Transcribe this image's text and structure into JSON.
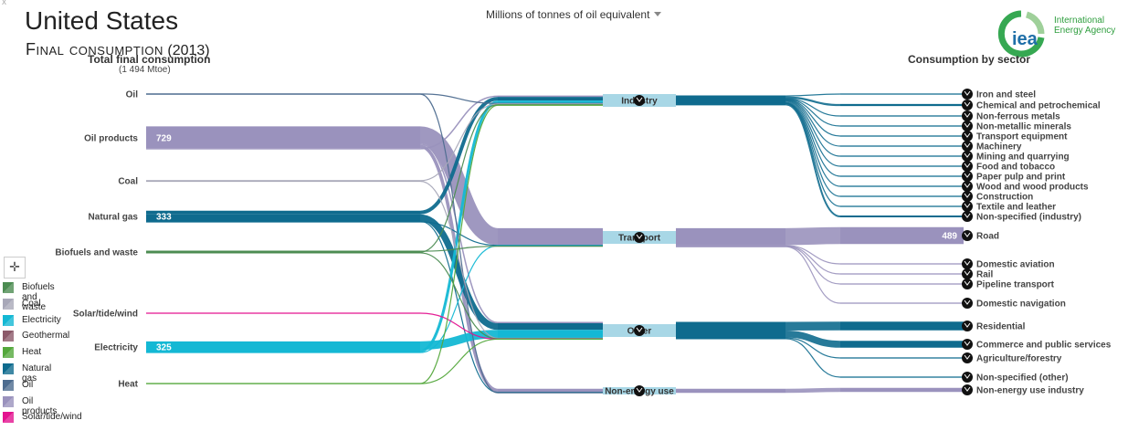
{
  "header": {
    "corner": "x",
    "country": "United States",
    "subtitle_main": "Final consumption",
    "subtitle_year": "(2013)",
    "unit": "Millions of tonnes of oil equivalent",
    "logo_text": "iea",
    "org_line1": "International",
    "org_line2": "Energy Agency"
  },
  "columns": {
    "left_title": "Total final consumption",
    "left_total": "(1 494 Mtoe)",
    "right_title": "Consumption by sector"
  },
  "colors": {
    "Oil": "#4d6c8f",
    "Oil products": "#9a92bd",
    "Coal": "#a8a8b8",
    "Natural gas": "#0f6b8e",
    "Biofuels and waste": "#4c8c52",
    "Solar/tide/wind": "#e3138f",
    "Electricity": "#14b8d4",
    "Heat": "#54a83c",
    "Geothermal": "#8c5a6a"
  },
  "sources": [
    {
      "name": "Oil",
      "value_label": ""
    },
    {
      "name": "Oil products",
      "value_label": "729"
    },
    {
      "name": "Coal",
      "value_label": ""
    },
    {
      "name": "Natural gas",
      "value_label": "333"
    },
    {
      "name": "Biofuels and waste",
      "value_label": ""
    },
    {
      "name": "Solar/tide/wind",
      "value_label": ""
    },
    {
      "name": "Electricity",
      "value_label": "325"
    },
    {
      "name": "Heat",
      "value_label": ""
    }
  ],
  "middle": [
    {
      "name": "Industry"
    },
    {
      "name": "Transport"
    },
    {
      "name": "Other"
    },
    {
      "name": "Non-energy use"
    }
  ],
  "sectors": [
    {
      "name": "Iron and steel",
      "value_label": ""
    },
    {
      "name": "Chemical and petrochemical",
      "value_label": ""
    },
    {
      "name": "Non-ferrous metals",
      "value_label": ""
    },
    {
      "name": "Non-metallic minerals",
      "value_label": ""
    },
    {
      "name": "Transport equipment",
      "value_label": ""
    },
    {
      "name": "Machinery",
      "value_label": ""
    },
    {
      "name": "Mining and quarrying",
      "value_label": ""
    },
    {
      "name": "Food and tobacco",
      "value_label": ""
    },
    {
      "name": "Paper pulp and print",
      "value_label": ""
    },
    {
      "name": "Wood and wood products",
      "value_label": ""
    },
    {
      "name": "Construction",
      "value_label": ""
    },
    {
      "name": "Textile and leather",
      "value_label": ""
    },
    {
      "name": "Non-specified (industry)",
      "value_label": ""
    },
    {
      "name": "Road",
      "value_label": "489"
    },
    {
      "name": "Domestic aviation",
      "value_label": ""
    },
    {
      "name": "Rail",
      "value_label": ""
    },
    {
      "name": "Pipeline transport",
      "value_label": ""
    },
    {
      "name": "Domestic navigation",
      "value_label": ""
    },
    {
      "name": "Residential",
      "value_label": ""
    },
    {
      "name": "Commerce and public services",
      "value_label": ""
    },
    {
      "name": "Agriculture/forestry",
      "value_label": ""
    },
    {
      "name": "Non-specified (other)",
      "value_label": ""
    },
    {
      "name": "Non-energy use industry",
      "value_label": ""
    }
  ],
  "flows_in": [
    {
      "from": "Oil products",
      "to": "Transport",
      "value": 489
    },
    {
      "from": "Oil products",
      "to": "Other",
      "value": 40
    },
    {
      "from": "Oil products",
      "to": "Non-energy use",
      "value": 95
    },
    {
      "from": "Oil products",
      "to": "Industry",
      "value": 40
    },
    {
      "from": "Natural gas",
      "to": "Industry",
      "value": 105
    },
    {
      "from": "Natural gas",
      "to": "Other",
      "value": 190
    },
    {
      "from": "Natural gas",
      "to": "Non-energy use",
      "value": 20
    },
    {
      "from": "Natural gas",
      "to": "Transport",
      "value": 15
    },
    {
      "from": "Electricity",
      "to": "Other",
      "value": 240
    },
    {
      "from": "Electricity",
      "to": "Industry",
      "value": 80
    },
    {
      "from": "Electricity",
      "to": "Transport",
      "value": 5
    },
    {
      "from": "Oil",
      "to": "Industry",
      "value": 5
    },
    {
      "from": "Oil",
      "to": "Non-energy use",
      "value": 5
    },
    {
      "from": "Coal",
      "to": "Industry",
      "value": 25
    },
    {
      "from": "Coal",
      "to": "Other",
      "value": 5
    },
    {
      "from": "Biofuels and waste",
      "to": "Transport",
      "value": 25
    },
    {
      "from": "Biofuels and waste",
      "to": "Industry",
      "value": 25
    },
    {
      "from": "Biofuels and waste",
      "to": "Other",
      "value": 20
    },
    {
      "from": "Solar/tide/wind",
      "to": "Other",
      "value": 3
    },
    {
      "from": "Heat",
      "to": "Industry",
      "value": 5
    },
    {
      "from": "Heat",
      "to": "Other",
      "value": 2
    }
  ],
  "flows_out": [
    {
      "from": "Industry",
      "to": "Iron and steel",
      "value": 25
    },
    {
      "from": "Industry",
      "to": "Chemical and petrochemical",
      "value": 60
    },
    {
      "from": "Industry",
      "to": "Non-ferrous metals",
      "value": 10
    },
    {
      "from": "Industry",
      "to": "Non-metallic minerals",
      "value": 15
    },
    {
      "from": "Industry",
      "to": "Transport equipment",
      "value": 15
    },
    {
      "from": "Industry",
      "to": "Machinery",
      "value": 12
    },
    {
      "from": "Industry",
      "to": "Mining and quarrying",
      "value": 20
    },
    {
      "from": "Industry",
      "to": "Food and tobacco",
      "value": 25
    },
    {
      "from": "Industry",
      "to": "Paper pulp and print",
      "value": 30
    },
    {
      "from": "Industry",
      "to": "Wood and wood products",
      "value": 8
    },
    {
      "from": "Industry",
      "to": "Construction",
      "value": 8
    },
    {
      "from": "Industry",
      "to": "Textile and leather",
      "value": 5
    },
    {
      "from": "Industry",
      "to": "Non-specified (industry)",
      "value": 52
    },
    {
      "from": "Transport",
      "to": "Road",
      "value": 489
    },
    {
      "from": "Transport",
      "to": "Domestic aviation",
      "value": 20
    },
    {
      "from": "Transport",
      "to": "Rail",
      "value": 8
    },
    {
      "from": "Transport",
      "to": "Pipeline transport",
      "value": 14
    },
    {
      "from": "Transport",
      "to": "Domestic navigation",
      "value": 4
    },
    {
      "from": "Other",
      "to": "Residential",
      "value": 250
    },
    {
      "from": "Other",
      "to": "Commerce and public services",
      "value": 200
    },
    {
      "from": "Other",
      "to": "Agriculture/forestry",
      "value": 20
    },
    {
      "from": "Other",
      "to": "Non-specified (other)",
      "value": 30
    },
    {
      "from": "Non-energy use",
      "to": "Non-energy use industry",
      "value": 120
    }
  ],
  "legend": [
    {
      "name": "Biofuels and waste"
    },
    {
      "name": "Coal"
    },
    {
      "name": "Electricity"
    },
    {
      "name": "Geothermal"
    },
    {
      "name": "Heat"
    },
    {
      "name": "Natural gas"
    },
    {
      "name": "Oil"
    },
    {
      "name": "Oil products"
    },
    {
      "name": "Solar/tide/wind"
    }
  ]
}
